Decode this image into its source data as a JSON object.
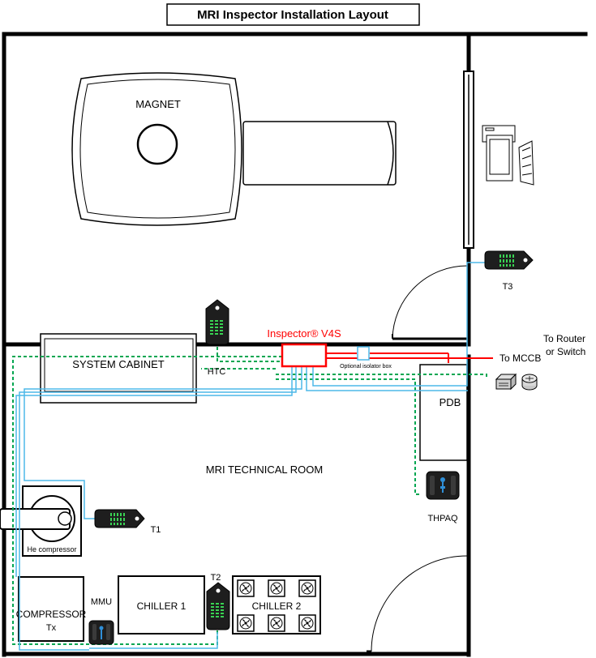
{
  "title": "MRI Inspector Installation Layout",
  "rooms": {
    "technical_room": "MRI TECHNICAL ROOM"
  },
  "equipment": {
    "magnet": "MAGNET",
    "system_cabinet": "SYSTEM CABINET",
    "pdb": "PDB",
    "he_compressor": "He compressor",
    "compressor_line1": "COMPRESSOR",
    "compressor_line2": "Tx",
    "chiller1": "CHILLER 1",
    "chiller2": "CHILLER 2",
    "mmu": "MMU"
  },
  "sensors": {
    "htc": "HTC",
    "t1": "T1",
    "t2": "T2",
    "t3": "T3",
    "thpaq": "THPAQ"
  },
  "inspector": {
    "label": "Inspector® V4S",
    "isolator": "Optional isolator box",
    "to_mccb": "To MCCB",
    "to_router_line1": "To Router",
    "to_router_line2": "or Switch"
  },
  "colors": {
    "inspector_red": "#ff0000",
    "network_blue": "#4db8e8",
    "sensor_green": "#00a651",
    "sensor_body": "#1e1e1e",
    "led_green": "#39d353",
    "wall": "#000000"
  }
}
